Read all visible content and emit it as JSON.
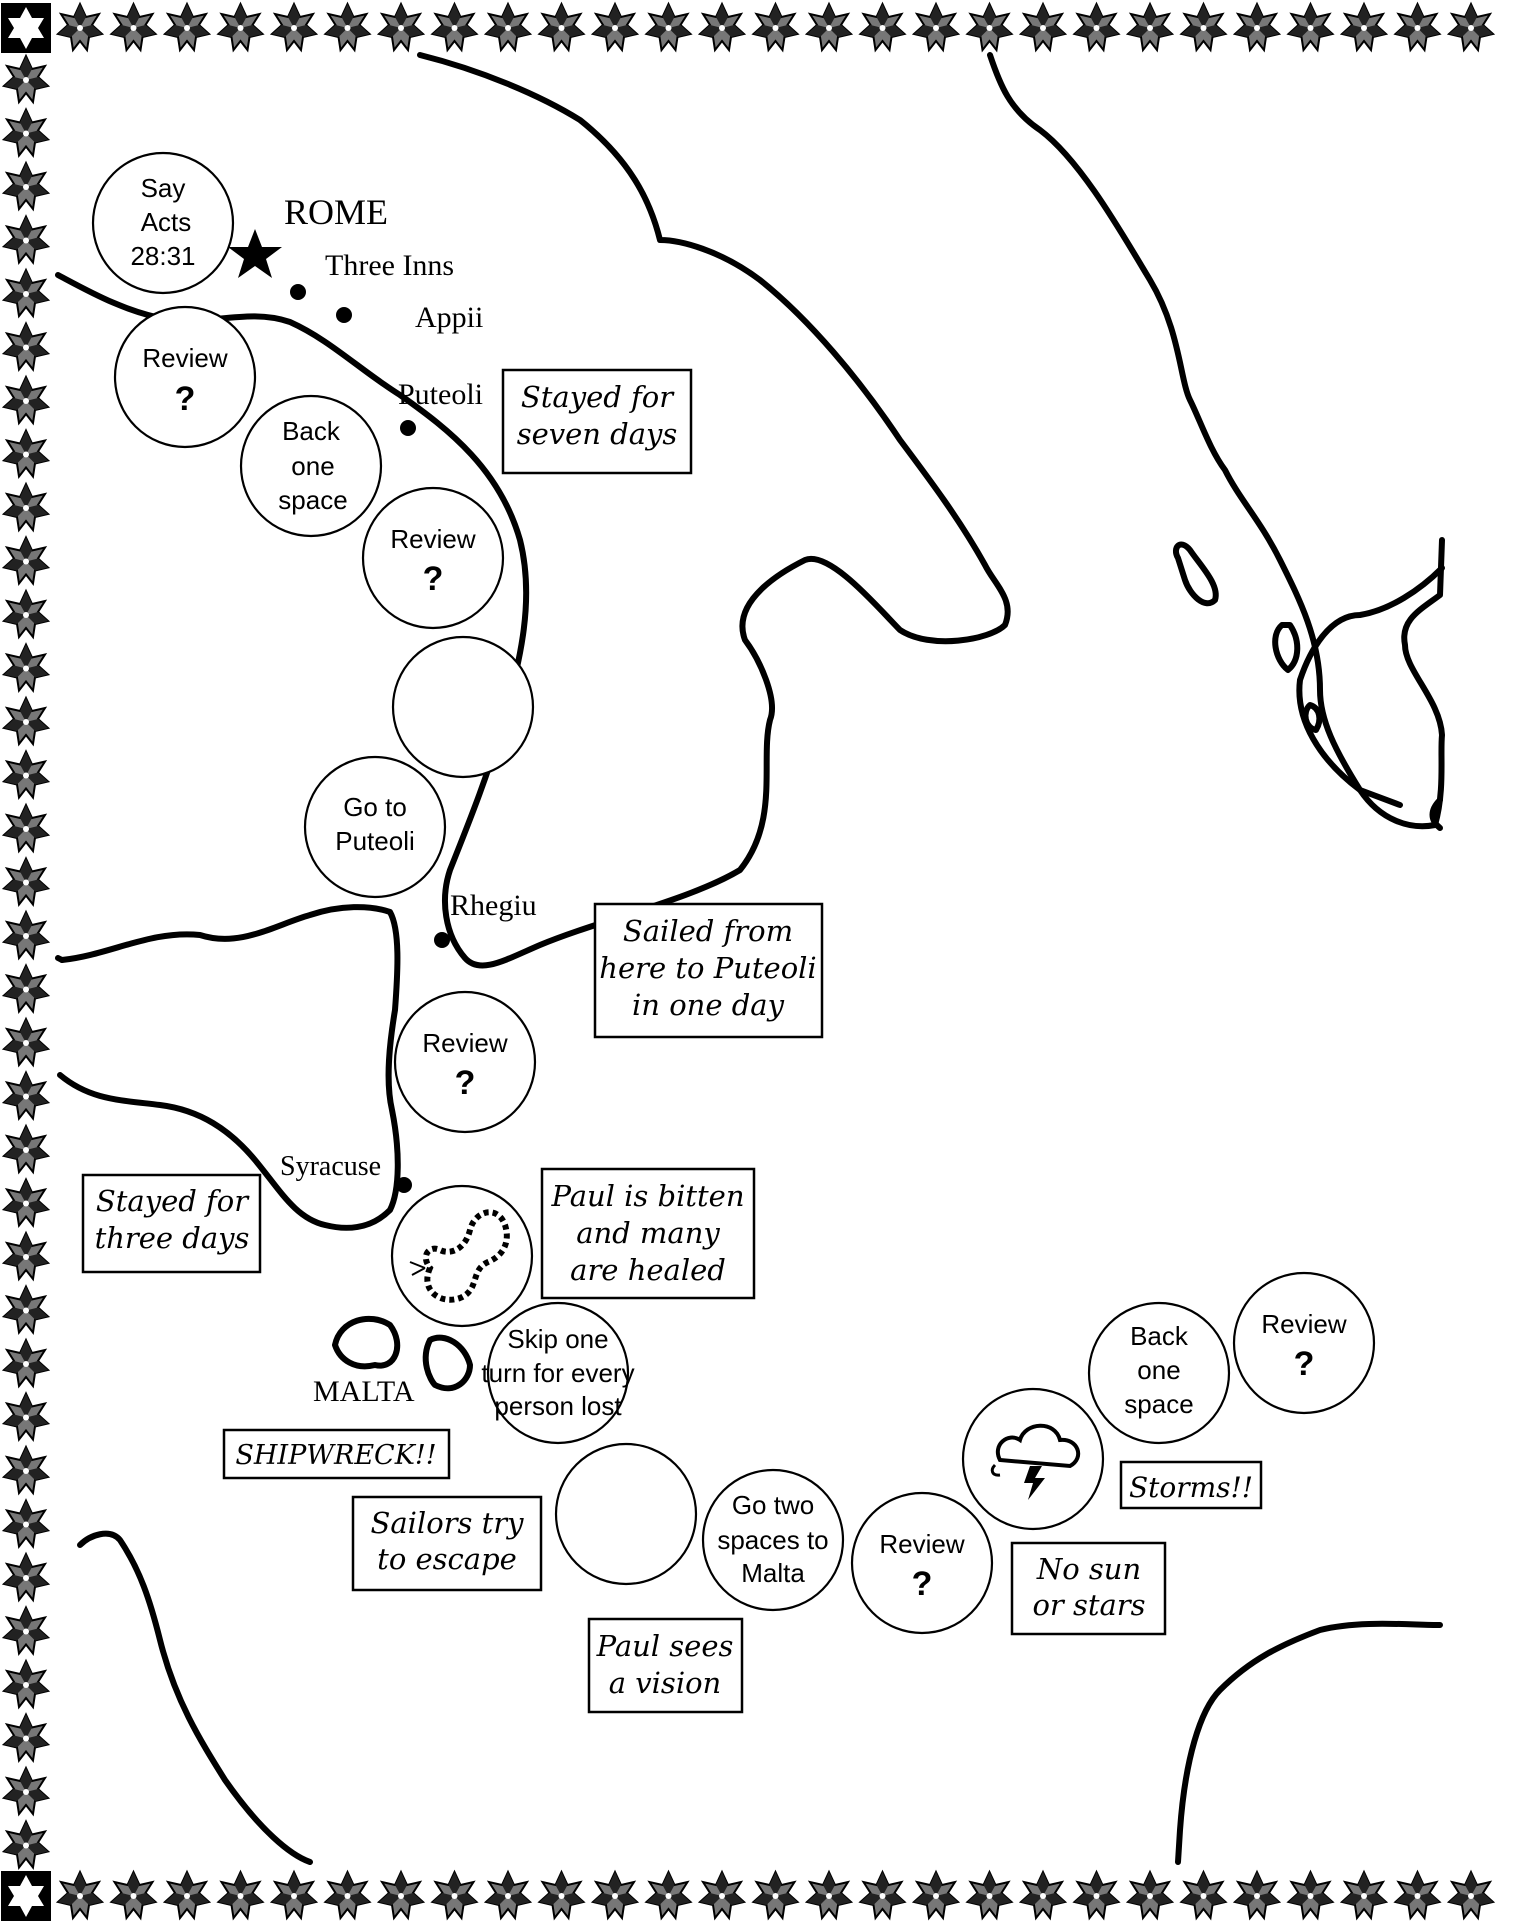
{
  "places": {
    "rome": "ROME",
    "three_inns": "Three Inns",
    "appii": "Appii",
    "puteoli": "Puteoli",
    "rhegium": "Rhegiu",
    "syracuse": "Syracuse",
    "malta": "MALTA"
  },
  "spaces": {
    "finish": [
      "Say",
      "Acts",
      "28:31"
    ],
    "review_1": [
      "Review",
      "?"
    ],
    "back_one_1": [
      "Back",
      "one",
      "space"
    ],
    "review_2": [
      "Review",
      "?"
    ],
    "blank_1": [],
    "go_to_puteoli": [
      "Go to",
      "Puteoli"
    ],
    "review_3": [
      "Review",
      "?"
    ],
    "snake": [],
    "skip_one_turn": [
      "Skip one",
      "turn for every",
      "person lost"
    ],
    "blank_2": [],
    "go_two_spaces": [
      "Go two",
      "spaces to",
      "Malta"
    ],
    "review_4": [
      "Review",
      "?"
    ],
    "storm": [],
    "back_one_2": [
      "Back",
      "one",
      "space"
    ],
    "review_5": [
      "Review",
      "?"
    ]
  },
  "notes": {
    "stayed_seven": [
      "Stayed for",
      "seven days"
    ],
    "sailed_from": [
      "Sailed from",
      "here to Puteoli",
      "in one day"
    ],
    "stayed_three": [
      "Stayed for",
      "three days"
    ],
    "paul_bitten": [
      "Paul is bitten",
      "and many",
      "are healed"
    ],
    "shipwreck": [
      "SHIPWRECK!!"
    ],
    "sailors_escape": [
      "Sailors try",
      "to escape"
    ],
    "paul_vision": [
      "Paul sees",
      "a vision"
    ],
    "storms": [
      "Storms!!"
    ],
    "no_sun": [
      "No sun",
      "or stars"
    ]
  },
  "icons": {
    "border": "eight-point-star-icon",
    "corner": "hexagram-icon",
    "rome_marker": "star-icon",
    "snake_space": "snake-icon",
    "storm_space": "storm-cloud-icon"
  }
}
